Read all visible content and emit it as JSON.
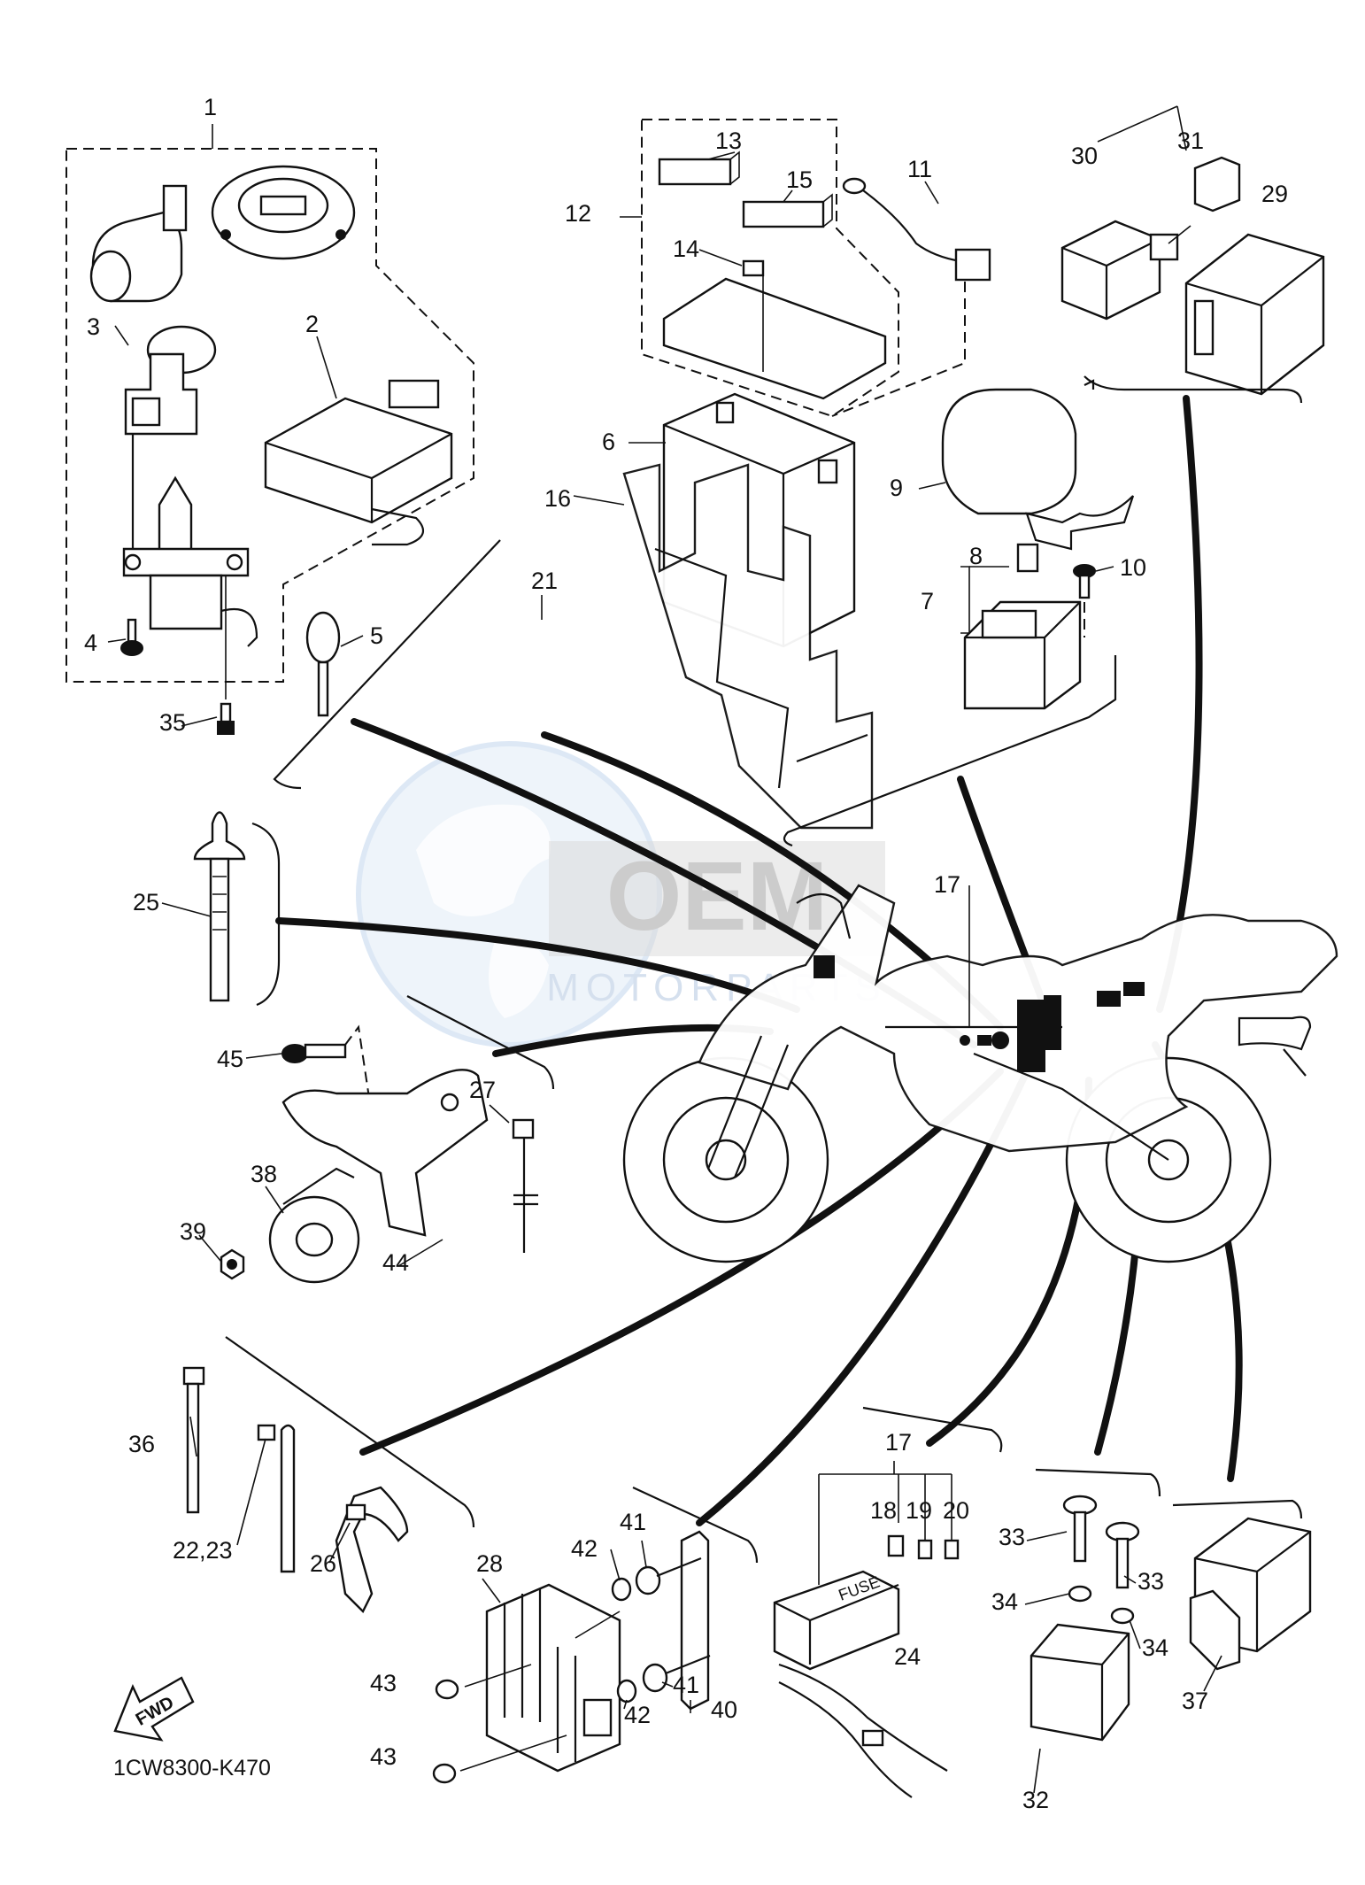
{
  "diagram": {
    "drawing_code": "1CW8300-K470",
    "direction_arrow": "FWD",
    "watermark": {
      "brand": "OEM",
      "subtitle": "MOTORPARTS"
    },
    "part_numbers": [
      "1",
      "2",
      "3",
      "4",
      "5",
      "6",
      "7",
      "8",
      "9",
      "10",
      "11",
      "12",
      "13",
      "14",
      "15",
      "16",
      "17",
      "17",
      "18",
      "19",
      "20",
      "21",
      "22,23",
      "24",
      "25",
      "26",
      "27",
      "28",
      "29",
      "30",
      "31",
      "32",
      "33",
      "33",
      "34",
      "34",
      "35",
      "36",
      "37",
      "38",
      "39",
      "40",
      "41",
      "41",
      "42",
      "42",
      "43",
      "43",
      "44",
      "45"
    ],
    "fuse_text": "FUSE"
  }
}
